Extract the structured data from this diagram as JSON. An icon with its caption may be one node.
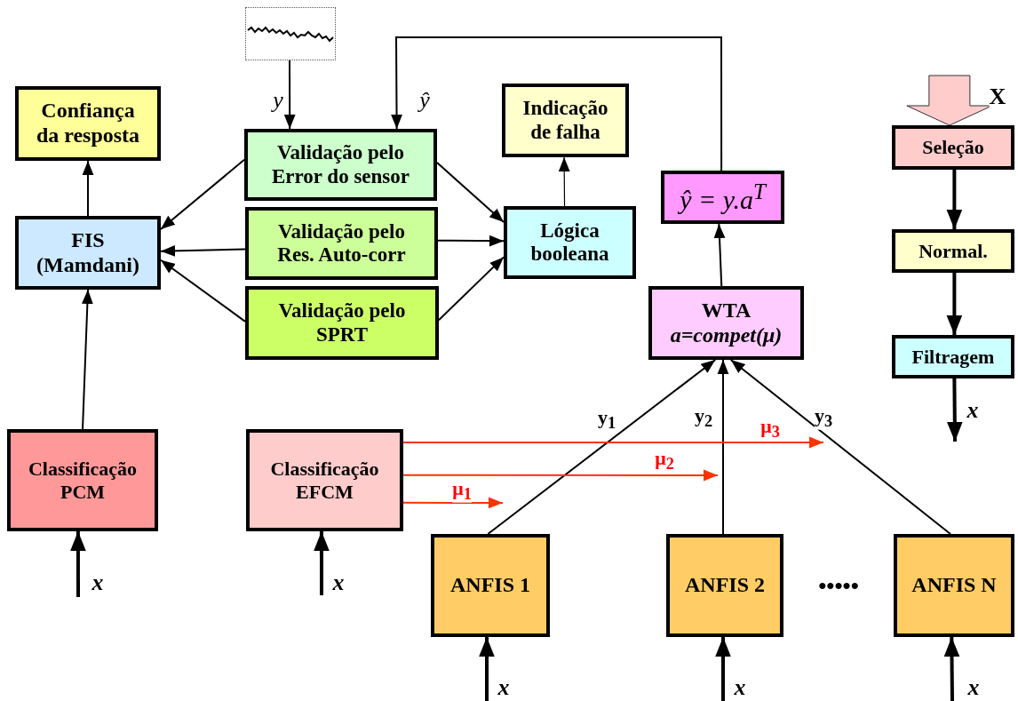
{
  "diagram": {
    "nodes": [
      {
        "text": [
          "Confiança da resposta"
        ]
      },
      {
        "text": [
          "FIS (Mamdani)"
        ]
      },
      {
        "text": [
          "Validação pelo Error do sensor"
        ]
      },
      {
        "text": [
          "Validação pelo Res. Auto-corr"
        ]
      },
      {
        "text": [
          "Validação pelo SPRT"
        ]
      },
      {
        "text": [
          "Indicação de falha"
        ]
      },
      {
        "text": [
          "Lógica booleana"
        ]
      },
      {
        "text": [
          "ŷ = y.a$^{T}$"
        ]
      },
      {
        "text": [
          "WTA",
          "a=compet(μ)"
        ]
      },
      {
        "text": [
          "Classificação PCM"
        ]
      },
      {
        "text": [
          "Classificação EFCM"
        ]
      },
      {
        "text": [
          "ANFIS 1"
        ]
      },
      {
        "text": [
          "ANFIS 2"
        ]
      },
      {
        "text": [
          "ANFIS N"
        ]
      },
      {
        "text": [
          "Seleção"
        ]
      },
      {
        "text": [
          "Normal."
        ]
      },
      {
        "text": [
          "Filtragem"
        ]
      },
      {
        "text": [],
        "shape": "picture"
      }
    ],
    "edges": [
      {
        "from": 1,
        "to": 0,
        "arrow": "to"
      },
      {
        "from": 9,
        "to": 1,
        "arrow": "to"
      },
      {
        "from": 2,
        "to": 1,
        "arrow": "to"
      },
      {
        "from": 3,
        "to": 1,
        "arrow": "to"
      },
      {
        "from": 4,
        "to": 1,
        "arrow": "to"
      },
      {
        "from": 2,
        "to": 6,
        "arrow": "to"
      },
      {
        "from": 3,
        "to": 6,
        "arrow": "to"
      },
      {
        "from": 4,
        "to": 6,
        "arrow": "to"
      },
      {
        "from": 6,
        "to": 5,
        "arrow": "to"
      },
      {
        "from": 17,
        "to": 2,
        "arrow": "to",
        "label": "y"
      },
      {
        "from": 7,
        "to": 2,
        "arrow": "to",
        "label": "ŷ"
      },
      {
        "from": 8,
        "to": 7,
        "arrow": "to"
      },
      {
        "from": 11,
        "to": 8,
        "arrow": "to",
        "label": "y$_{1}$"
      },
      {
        "from": 12,
        "to": 8,
        "arrow": "to",
        "label": "y$_{2}$"
      },
      {
        "from": 13,
        "to": 8,
        "arrow": "to",
        "label": "y$_{3}$"
      },
      {
        "from": 10,
        "to": null,
        "arrow": "to",
        "label": "μ$_{1}$",
        "color": "#ff3300"
      },
      {
        "from": 10,
        "to": null,
        "arrow": "to",
        "label": "μ$_{2}$",
        "color": "#ff3300"
      },
      {
        "from": 10,
        "to": null,
        "arrow": "to",
        "label": "μ$_{3}$",
        "color": "#ff3300"
      },
      {
        "from": null,
        "to": 9,
        "arrow": "to",
        "label": "x",
        "style": "thick"
      },
      {
        "from": null,
        "to": 10,
        "arrow": "to",
        "label": "x",
        "style": "thick"
      },
      {
        "from": null,
        "to": 11,
        "arrow": "to",
        "label": "x",
        "style": "thick"
      },
      {
        "from": null,
        "to": 12,
        "arrow": "to",
        "label": "x",
        "style": "thick"
      },
      {
        "from": null,
        "to": 13,
        "arrow": "to",
        "label": "x",
        "style": "thick"
      },
      {
        "from": 14,
        "to": 15,
        "arrow": "to",
        "style": "thick"
      },
      {
        "from": 15,
        "to": 16,
        "arrow": "to",
        "style": "thick"
      },
      {
        "from": 16,
        "to": null,
        "arrow": "to",
        "label": "x",
        "style": "thick"
      },
      {
        "from": null,
        "to": 14,
        "arrow": "to",
        "label": "X",
        "style": "thick",
        "color": "#ffcccc"
      }
    ],
    "labels": [
      "•••••"
    ]
  }
}
